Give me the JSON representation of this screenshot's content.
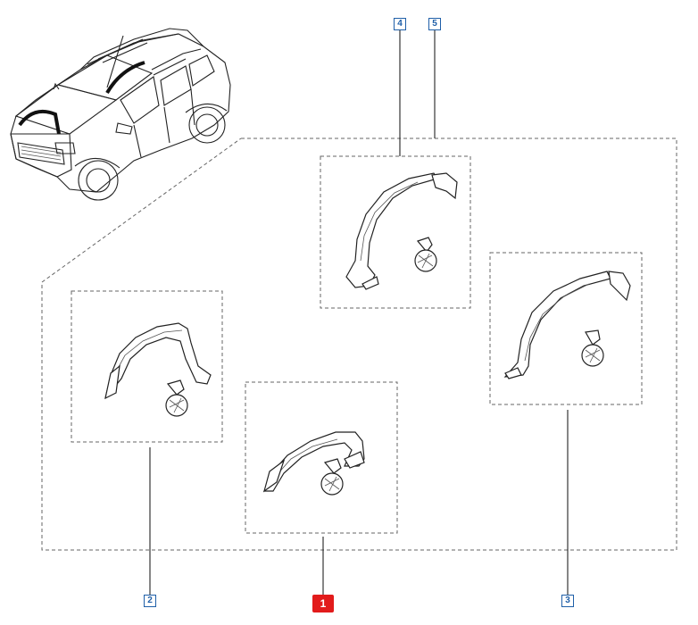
{
  "callouts": [
    {
      "label": "4",
      "selected": false
    },
    {
      "label": "5",
      "selected": false
    },
    {
      "label": "2",
      "selected": false
    },
    {
      "label": "1",
      "selected": true
    },
    {
      "label": "3",
      "selected": false
    }
  ],
  "colors": {
    "callout_border": "#1f5fa8",
    "selected_callout": "#e21b1b",
    "line": "#222222",
    "dashed_frame": "#666666"
  }
}
